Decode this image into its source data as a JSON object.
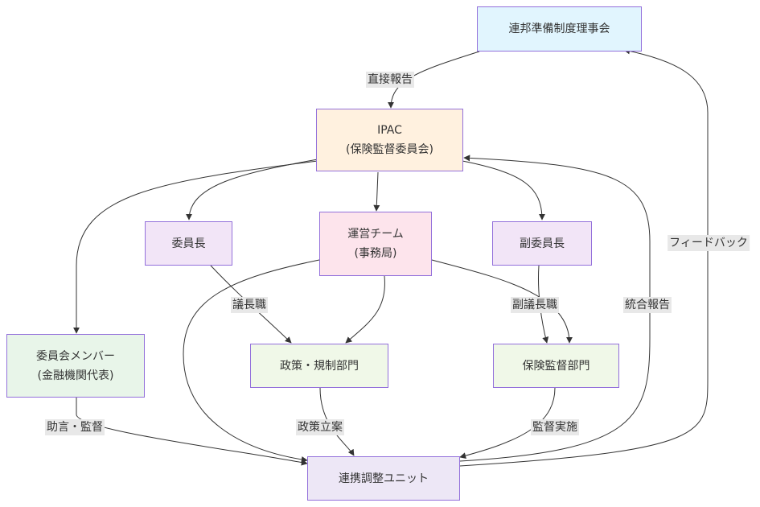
{
  "nodes": {
    "fed": {
      "lines": [
        "連邦準備制度理事会"
      ],
      "fill": "#e1f5fe",
      "border": "#9370db"
    },
    "ipac": {
      "lines": [
        "IPAC",
        "(保険監督委員会)"
      ],
      "fill": "#fff1df",
      "border": "#9370db"
    },
    "chair": {
      "lines": [
        "委員長"
      ],
      "fill": "#f2e5f7",
      "border": "#9370db"
    },
    "ops": {
      "lines": [
        "運営チーム",
        "(事務局)"
      ],
      "fill": "#fde4ec",
      "border": "#9370db"
    },
    "vice": {
      "lines": [
        "副委員長"
      ],
      "fill": "#f2e5f7",
      "border": "#9370db"
    },
    "members": {
      "lines": [
        "委員会メンバー",
        "(金融機関代表)"
      ],
      "fill": "#e8f5e9",
      "border": "#9370db"
    },
    "policy": {
      "lines": [
        "政策・規制部門"
      ],
      "fill": "#f0f8e8",
      "border": "#9370db"
    },
    "insur": {
      "lines": [
        "保険監督部門"
      ],
      "fill": "#f0f8e8",
      "border": "#9370db"
    },
    "coord": {
      "lines": [
        "連携調整ユニット"
      ],
      "fill": "#ede7f6",
      "border": "#9370db"
    }
  },
  "edge_labels": {
    "direct_report": "直接報告",
    "chair_post": "議長職",
    "vice_chair_post": "副議長職",
    "advice_supervision": "助言・監督",
    "policy_making": "政策立案",
    "supervision_impl": "監督実施",
    "integrated_report": "統合報告",
    "feedback": "フィードバック"
  }
}
